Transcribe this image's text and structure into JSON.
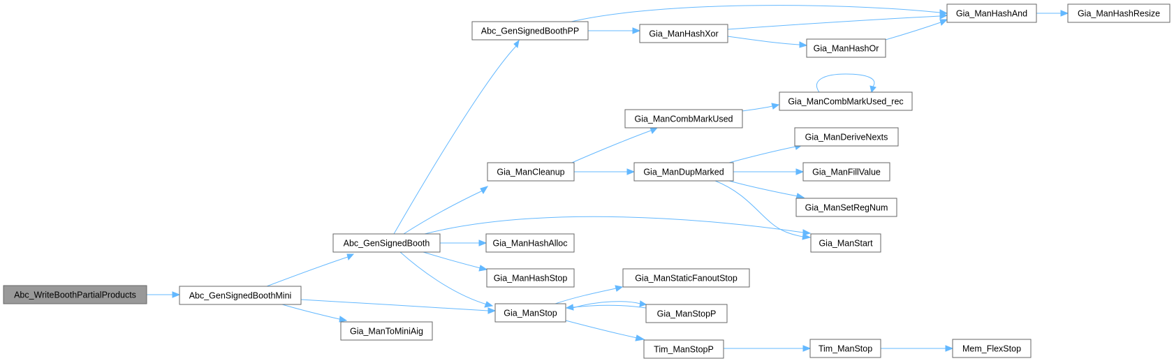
{
  "graph": {
    "colors": {
      "edge": "#63b8ff",
      "node_fill": "#ffffff",
      "root_fill": "#999999",
      "node_border": "#666666"
    },
    "nodes": [
      {
        "id": "root",
        "label": "Abc_WriteBoothPartialProducts",
        "root": true
      },
      {
        "id": "mini",
        "label": "Abc_GenSignedBoothMini"
      },
      {
        "id": "booth",
        "label": "Abc_GenSignedBooth"
      },
      {
        "id": "tominiaig",
        "label": "Gia_ManToMiniAig"
      },
      {
        "id": "pp",
        "label": "Abc_GenSignedBoothPP"
      },
      {
        "id": "cleanup",
        "label": "Gia_ManCleanup"
      },
      {
        "id": "hashalloc",
        "label": "Gia_ManHashAlloc"
      },
      {
        "id": "hashstop",
        "label": "Gia_ManHashStop"
      },
      {
        "id": "manstop",
        "label": "Gia_ManStop"
      },
      {
        "id": "manstart",
        "label": "Gia_ManStart"
      },
      {
        "id": "hashxor",
        "label": "Gia_ManHashXor"
      },
      {
        "id": "hashand",
        "label": "Gia_ManHashAnd"
      },
      {
        "id": "hashor",
        "label": "Gia_ManHashOr"
      },
      {
        "id": "hashresize",
        "label": "Gia_ManHashResize"
      },
      {
        "id": "combmarkused",
        "label": "Gia_ManCombMarkUsed"
      },
      {
        "id": "combmarkusedrec",
        "label": "Gia_ManCombMarkUsed_rec"
      },
      {
        "id": "dupmarked",
        "label": "Gia_ManDupMarked"
      },
      {
        "id": "derivenexts",
        "label": "Gia_ManDeriveNexts"
      },
      {
        "id": "fillvalue",
        "label": "Gia_ManFillValue"
      },
      {
        "id": "setregnum",
        "label": "Gia_ManSetRegNum"
      },
      {
        "id": "staticfanoutstop",
        "label": "Gia_ManStaticFanoutStop"
      },
      {
        "id": "stopp",
        "label": "Gia_ManStopP"
      },
      {
        "id": "timstopp",
        "label": "Tim_ManStopP"
      },
      {
        "id": "timstop",
        "label": "Tim_ManStop"
      },
      {
        "id": "memflexstop",
        "label": "Mem_FlexStop"
      }
    ],
    "edges": [
      {
        "from": "root",
        "to": "mini"
      },
      {
        "from": "mini",
        "to": "booth"
      },
      {
        "from": "mini",
        "to": "tominiaig"
      },
      {
        "from": "mini",
        "to": "manstop"
      },
      {
        "from": "booth",
        "to": "pp"
      },
      {
        "from": "booth",
        "to": "cleanup"
      },
      {
        "from": "booth",
        "to": "hashalloc"
      },
      {
        "from": "booth",
        "to": "hashstop"
      },
      {
        "from": "booth",
        "to": "manstop"
      },
      {
        "from": "booth",
        "to": "manstart"
      },
      {
        "from": "pp",
        "to": "hashxor"
      },
      {
        "from": "pp",
        "to": "hashand"
      },
      {
        "from": "hashxor",
        "to": "hashand"
      },
      {
        "from": "hashxor",
        "to": "hashor"
      },
      {
        "from": "hashor",
        "to": "hashand"
      },
      {
        "from": "hashand",
        "to": "hashresize"
      },
      {
        "from": "cleanup",
        "to": "combmarkused"
      },
      {
        "from": "cleanup",
        "to": "dupmarked"
      },
      {
        "from": "combmarkused",
        "to": "combmarkusedrec"
      },
      {
        "from": "combmarkusedrec",
        "to": "combmarkusedrec"
      },
      {
        "from": "dupmarked",
        "to": "derivenexts"
      },
      {
        "from": "dupmarked",
        "to": "fillvalue"
      },
      {
        "from": "dupmarked",
        "to": "setregnum"
      },
      {
        "from": "dupmarked",
        "to": "manstart"
      },
      {
        "from": "manstop",
        "to": "staticfanoutstop"
      },
      {
        "from": "manstop",
        "to": "stopp"
      },
      {
        "from": "stopp",
        "to": "manstop"
      },
      {
        "from": "manstop",
        "to": "timstopp"
      },
      {
        "from": "timstopp",
        "to": "timstop"
      },
      {
        "from": "timstop",
        "to": "memflexstop"
      }
    ]
  }
}
